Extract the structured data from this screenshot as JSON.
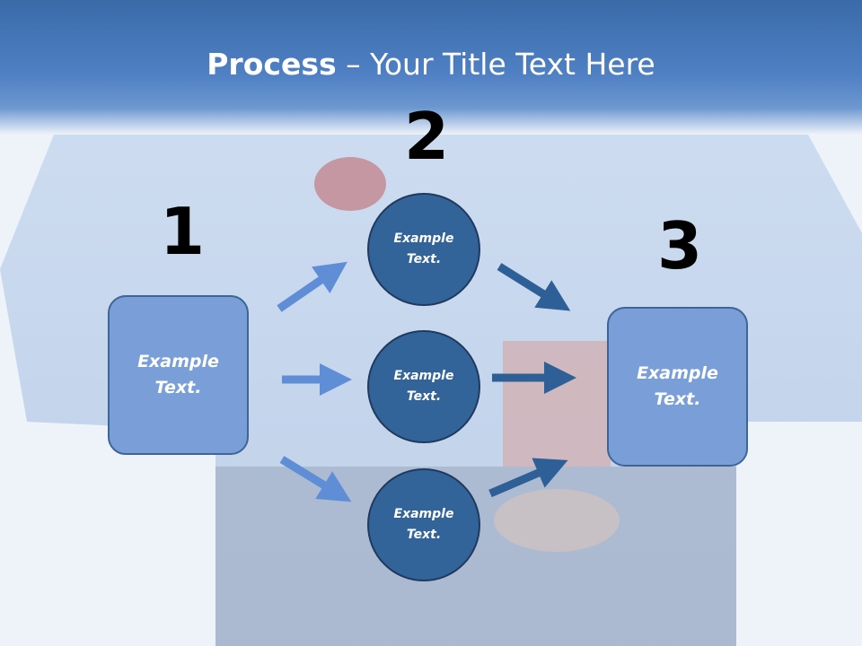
{
  "title": {
    "bold": "Process",
    "rest": " – Your Title Text Here"
  },
  "steps": [
    {
      "number": "1",
      "label_line1": "Example",
      "label_line2": "Text."
    },
    {
      "number": "2"
    },
    {
      "number": "3",
      "label_line1": "Example",
      "label_line2": "Text."
    }
  ],
  "circles": [
    {
      "line1": "Example",
      "line2": "Text."
    },
    {
      "line1": "Example",
      "line2": "Text."
    },
    {
      "line1": "Example",
      "line2": "Text."
    }
  ],
  "colors": {
    "header": "#4f80c4",
    "box_fill": "#7a9fd8",
    "circle_fill": "#32649a",
    "arrow_light": "#5f8ed6",
    "arrow_dark": "#2e5f97"
  }
}
